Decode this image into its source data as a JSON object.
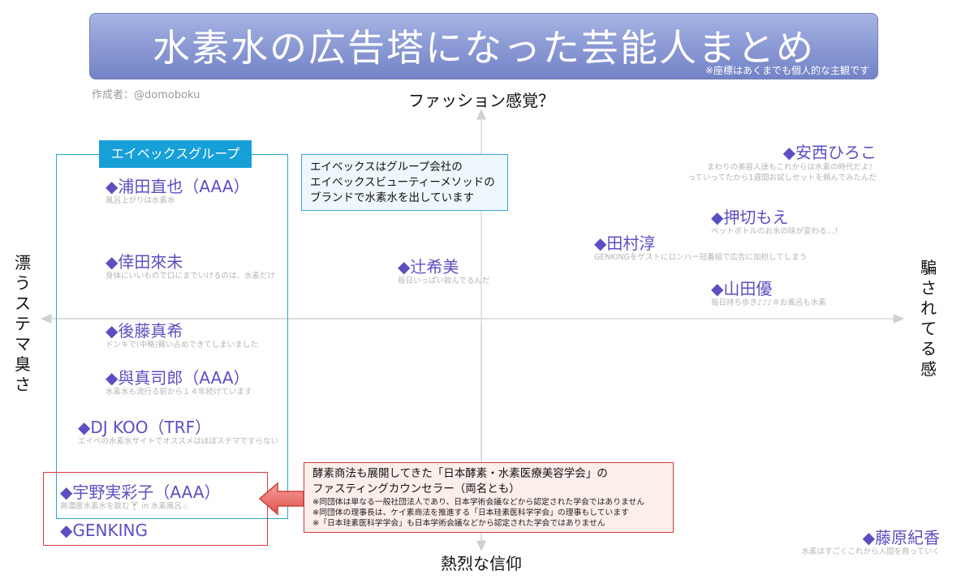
{
  "title": "水素水の広告塔になった芸能人まとめ",
  "title_note": "※座標はあくまでも個人的な主観です",
  "author": "作成者：@domoboku",
  "axes": {
    "top": "ファッション感覚？",
    "bottom": "熱烈な信仰",
    "left": "漂うステマ臭さ",
    "right": "騙されてる感"
  },
  "group": {
    "label": "エイベックスグループ"
  },
  "info_box": {
    "lines": [
      "エイベックスはグループ会社の",
      "エイベックスビューティーメソッドの",
      "ブランドで水素水を出しています"
    ]
  },
  "jasi_box": {
    "main": [
      "酵素商法も展開してきた「日本酵素・水素医療美容学会」の",
      "ファスティングカウンセラー（両名とも）"
    ],
    "notes": [
      "※同団体は単なる一般社団法人であり、日本学術会議などから認定された学会ではありません",
      "※同団体の理事長は、ケイ素商法を推進する「日本珪素医科学学会」の理事もしています",
      "※「日本珪素医科学学会」も日本学術会議などから認定された学会ではありません"
    ]
  },
  "people": [
    {
      "name": "◆浦田直也（AAA）",
      "comment": "風呂上がりは水素水"
    },
    {
      "name": "◆倖田來未",
      "comment": "身体にいいもので口にまでいけるのは、水素だけ"
    },
    {
      "name": "◆後藤真希",
      "comment": "ドンキで(中略)買い占めできてしまいました"
    },
    {
      "name": "◆與真司郎（AAA）",
      "comment": "水素水も流行る前から１４年続けています"
    },
    {
      "name": "◆DJ KOO（TRF）",
      "comment": "エイベの水素水サイトでオススメはほぼステマですらない"
    },
    {
      "name": "◆宇野実彩子（AAA）",
      "comment": "高濃度水素水を飲む🍸 in 水素風呂♨"
    },
    {
      "name": "◆GENKING",
      "comment": ""
    },
    {
      "name": "◆辻希美",
      "comment": "毎日いっぱい飲んでるんだ"
    },
    {
      "name": "◆田村淳",
      "comment": "GENKINGをゲストにロンハー冠番組で広告に加担してしまう"
    },
    {
      "name": "◆安西ひろこ",
      "comment": "まわりの美容人達もこれからは水素の時代だよ！\nっていってたから1週間お試しセットを頼んでみたんだ"
    },
    {
      "name": "◆押切もえ",
      "comment": "ペットボトルのお水の味が変わる…！"
    },
    {
      "name": "◆山田優",
      "comment": "毎日持ち歩き♪♪♪＃お風呂も水素"
    },
    {
      "name": "◆藤原紀香",
      "comment": "水素はすごくこれから人間を救っていく"
    }
  ]
}
